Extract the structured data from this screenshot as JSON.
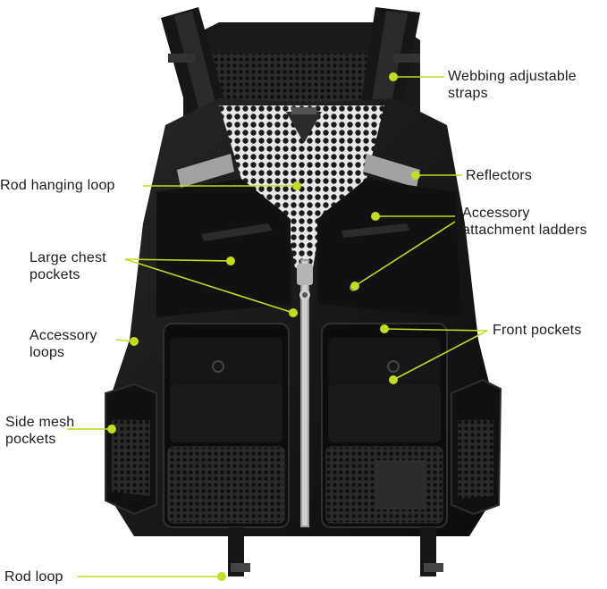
{
  "image": {
    "subject": "black fishing vest",
    "colors": {
      "vest": "#141414",
      "mesh": "#1e1e1e",
      "reflector": "#9a9a9a",
      "callout": "#c4dc1e",
      "text": "#1c1c1c"
    }
  },
  "callouts": {
    "webbing_straps": "Webbing adjustable\nstraps",
    "rod_hanging_loop": "Rod hanging loop",
    "reflectors": "Reflectors",
    "accessory_ladders": "Accessory\nattachment ladders",
    "large_chest_pockets": "Large chest\npockets",
    "accessory_loops": "Accessory\nloops",
    "front_pockets": "Front pockets",
    "side_mesh_pockets": "Side mesh\npockets",
    "rod_loop": "Rod loop"
  }
}
